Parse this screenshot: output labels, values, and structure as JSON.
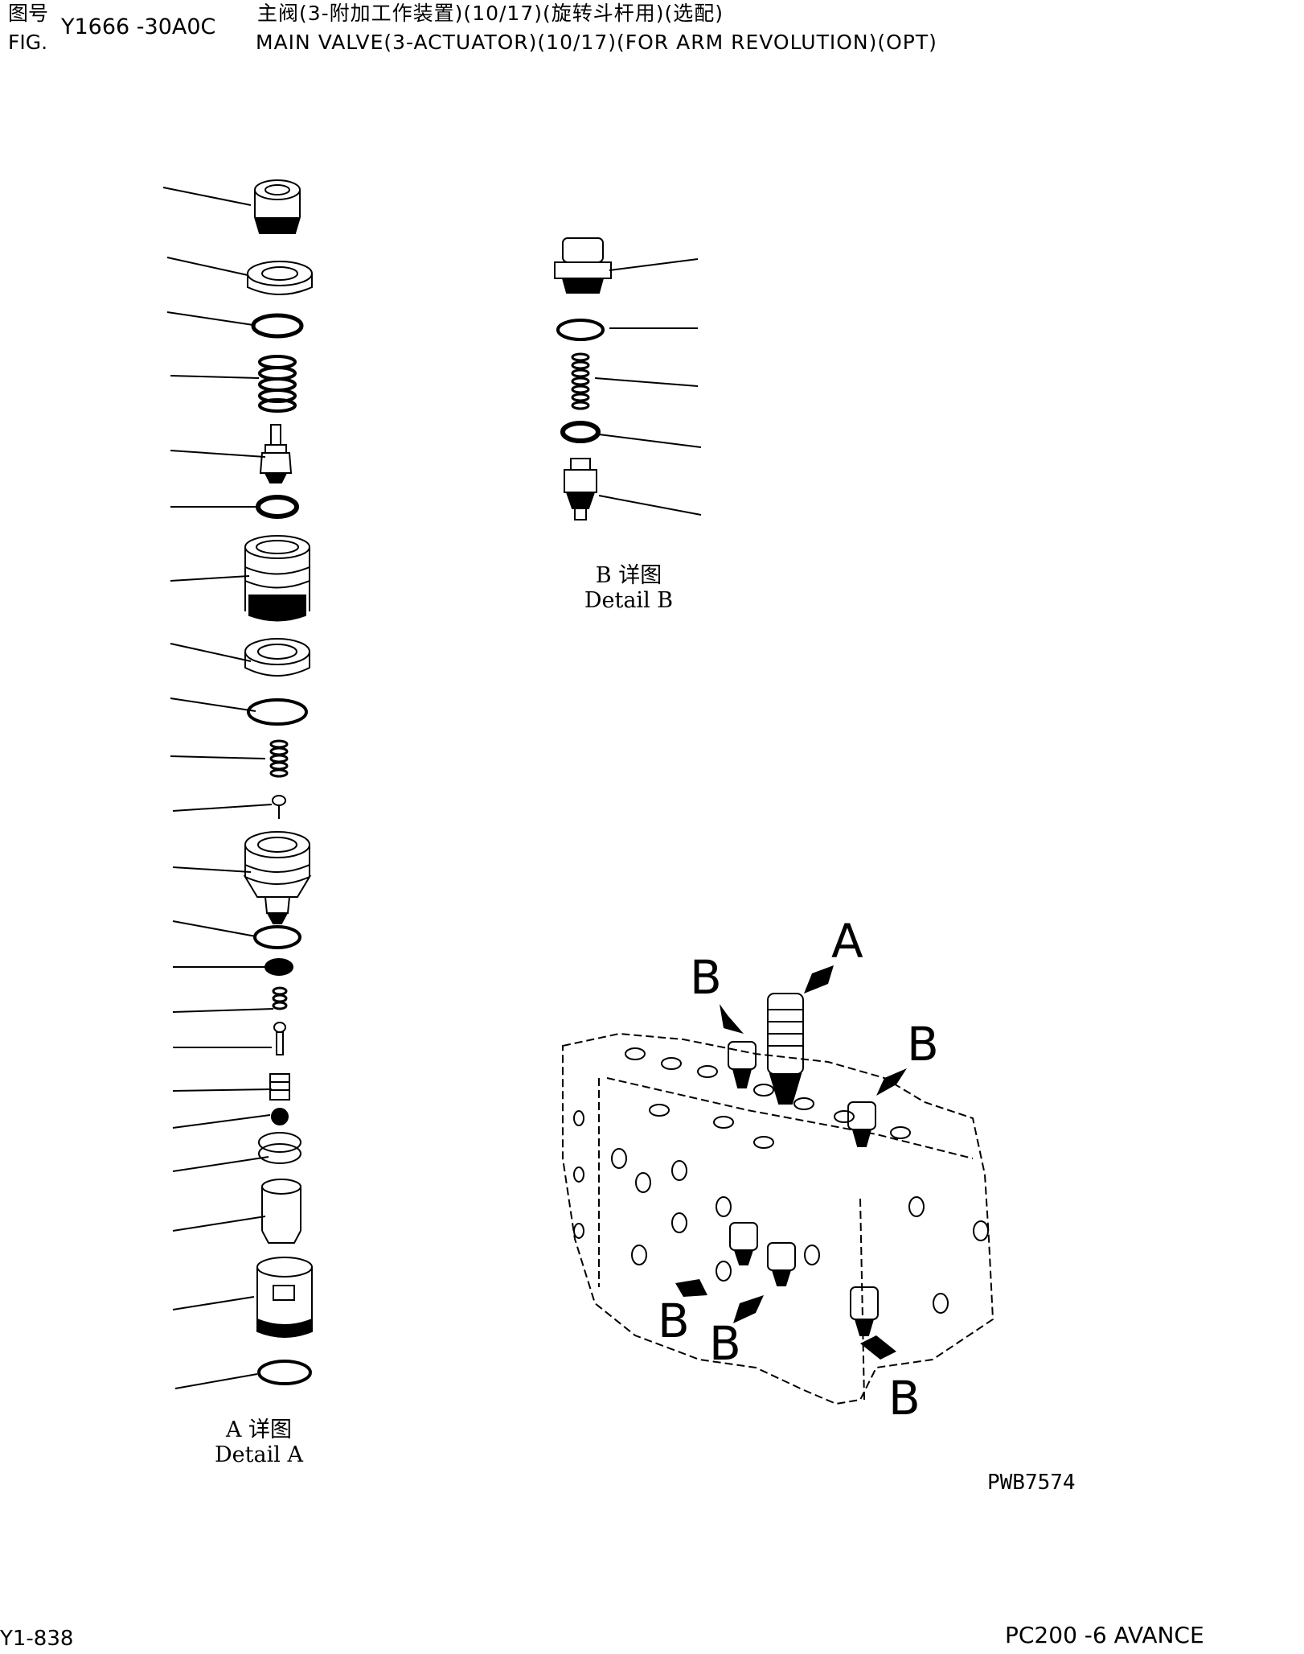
{
  "header": {
    "fig_label_cn": "图号",
    "fig_label_en": "FIG.",
    "fig_number": "Y1666 -30A0C",
    "title_cn": "主阀(3-附加工作装置)(10/17)(旋转斗杆用)(选配)",
    "title_en": "MAIN VALVE(3-ACTUATOR)(10/17)(FOR ARM REVOLUTION)(OPT)"
  },
  "detail_a": {
    "caption_cn": "A 详图",
    "caption_en": "Detail A"
  },
  "detail_b": {
    "caption_cn": "B 详图",
    "caption_en": "Detail B"
  },
  "callouts": {
    "a": "A",
    "b": "B"
  },
  "image_code": "PWB7574",
  "footer": {
    "page": "Y1-838",
    "model": "PC200 -6 AVANCE"
  }
}
